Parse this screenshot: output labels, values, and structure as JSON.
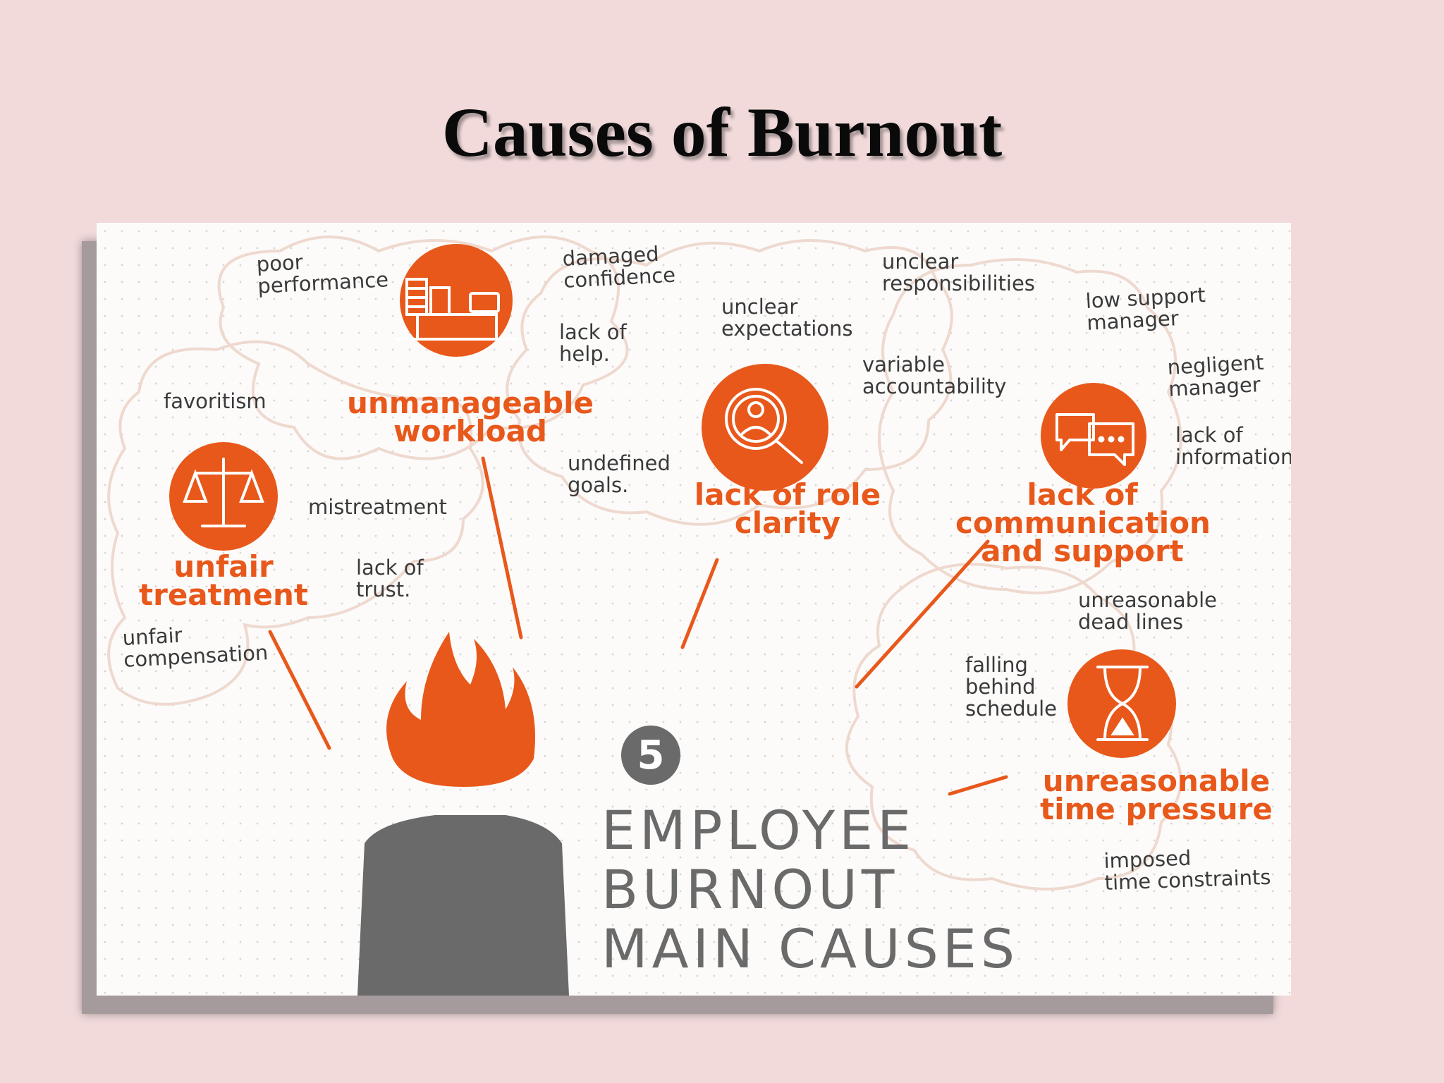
{
  "title": "Causes of Burnout",
  "colors": {
    "accent": "#e8581b",
    "ink": "#3a3a3a",
    "figure": "#6a6a6a",
    "background": "#f2dadb"
  },
  "center": {
    "number": "5",
    "heading": "EMPLOYEE\nBURNOUT\nMAIN CAUSES"
  },
  "causes": [
    {
      "label": "unmanageable\nworkload",
      "icon": "desk-workload-icon",
      "notes": [
        "poor\nperformance",
        "damaged\nconfidence",
        "lack of\nhelp."
      ]
    },
    {
      "label": "unfair\ntreatment",
      "icon": "scales-icon",
      "notes": [
        "favoritism",
        "mistreatment",
        "lack of\ntrust.",
        "unfair\ncompensation"
      ]
    },
    {
      "label": "lack of role\nclarity",
      "icon": "magnifier-person-icon",
      "notes": [
        "unclear\nexpectations",
        "unclear\nresponsibilities",
        "variable\naccountability",
        "undefined\ngoals."
      ]
    },
    {
      "label": "lack of\ncommunication\nand support",
      "icon": "chat-bubbles-icon",
      "notes": [
        "low support\nmanager",
        "negligent\nmanager",
        "lack of\ninformation"
      ]
    },
    {
      "label": "unreasonable\ntime pressure",
      "icon": "hourglass-icon",
      "notes": [
        "unreasonable\ndead lines",
        "falling\nbehind\nschedule",
        "imposed\ntime constraints"
      ]
    }
  ]
}
